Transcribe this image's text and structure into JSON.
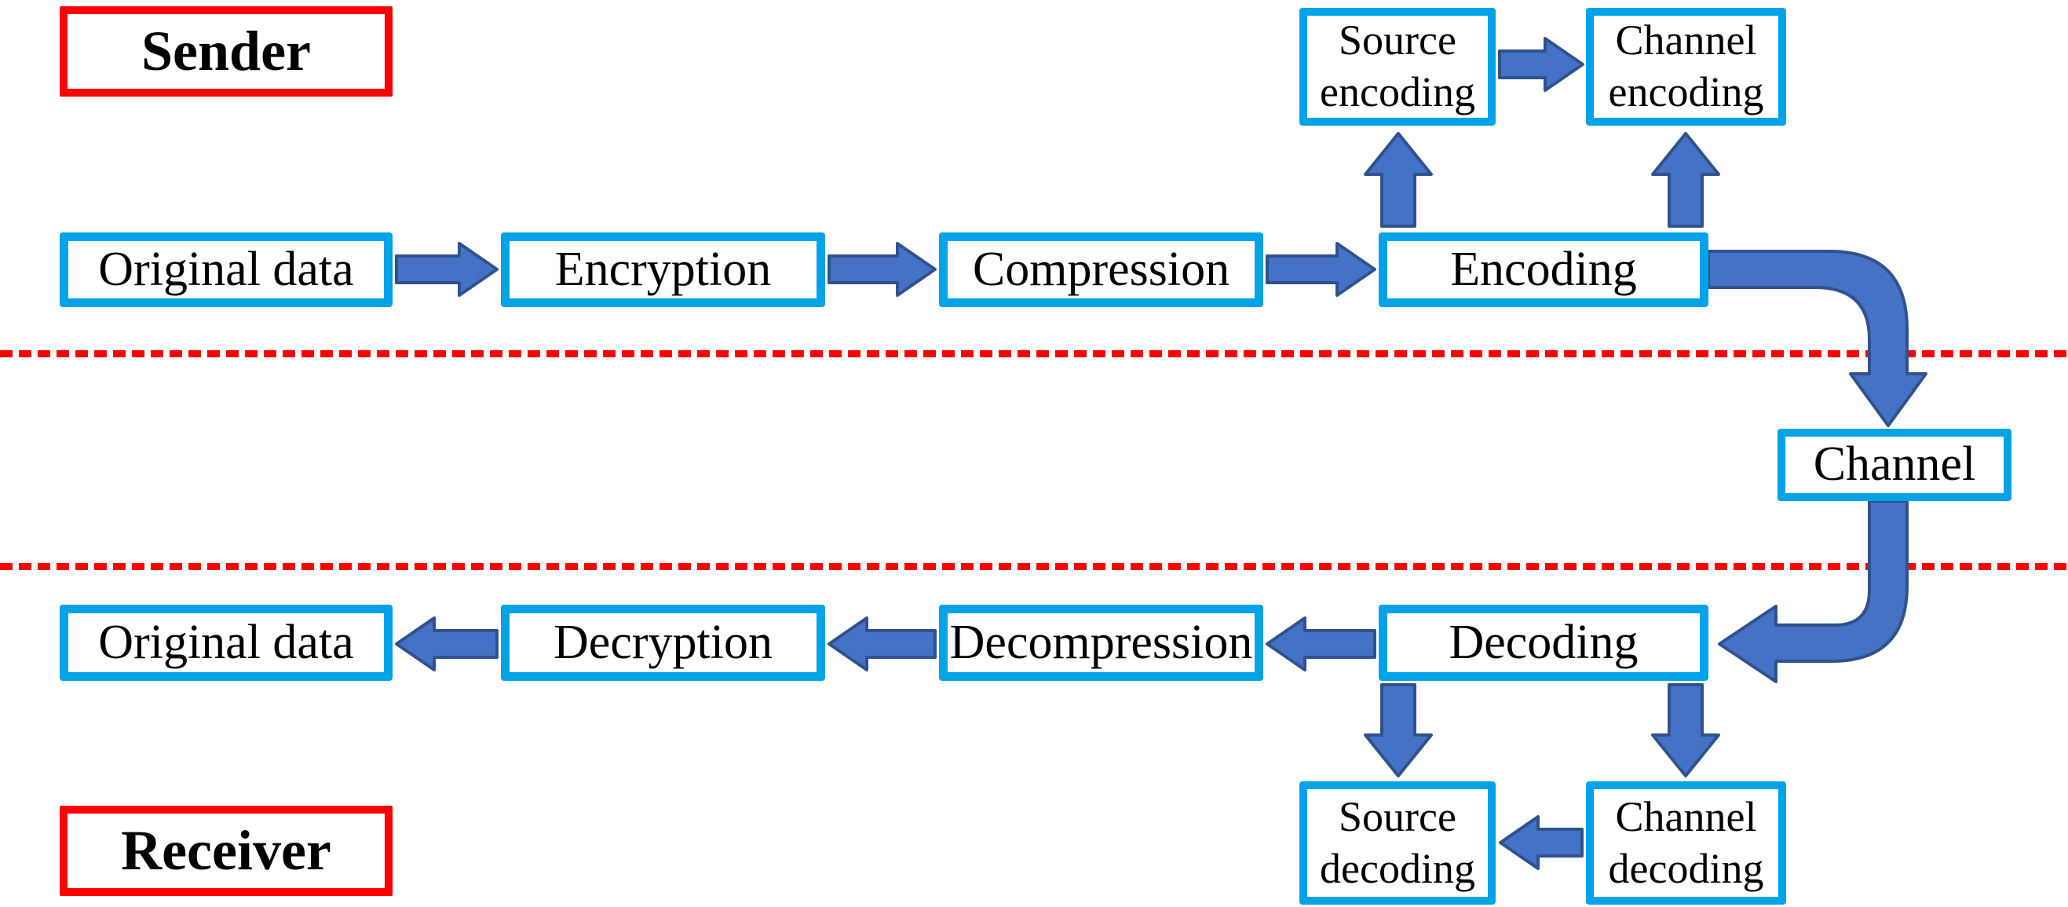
{
  "diagram_title": "sender-receiver-communication-pipeline",
  "labels": {
    "sender": "Sender",
    "receiver": "Receiver"
  },
  "nodes": {
    "original_data_top": "Original data",
    "encryption": "Encryption",
    "compression": "Compression",
    "encoding": "Encoding",
    "source_encoding": "Source encoding",
    "channel_encoding": "Channel encoding",
    "channel": "Channel",
    "decoding": "Decoding",
    "decompression": "Decompression",
    "decryption": "Decryption",
    "original_data_bottom": "Original data",
    "source_decoding": "Source decoding",
    "channel_decoding": "Channel decoding"
  },
  "edges": [
    {
      "from": "original_data_top",
      "to": "encryption"
    },
    {
      "from": "encryption",
      "to": "compression"
    },
    {
      "from": "compression",
      "to": "encoding"
    },
    {
      "from": "encoding",
      "to": "source_encoding"
    },
    {
      "from": "encoding",
      "to": "channel_encoding"
    },
    {
      "from": "source_encoding",
      "to": "channel_encoding"
    },
    {
      "from": "encoding",
      "to": "channel"
    },
    {
      "from": "channel",
      "to": "decoding"
    },
    {
      "from": "decoding",
      "to": "decompression"
    },
    {
      "from": "decompression",
      "to": "decryption"
    },
    {
      "from": "decryption",
      "to": "original_data_bottom"
    },
    {
      "from": "decoding",
      "to": "source_decoding"
    },
    {
      "from": "decoding",
      "to": "channel_decoding"
    },
    {
      "from": "channel_decoding",
      "to": "source_decoding"
    }
  ],
  "colors": {
    "node_border": "#00a2e8",
    "divider_and_label_border": "#fe0000",
    "arrow_fill": "#4472c4",
    "arrow_outline": "#2f528f",
    "text": "#000000",
    "background": "#ffffff"
  }
}
